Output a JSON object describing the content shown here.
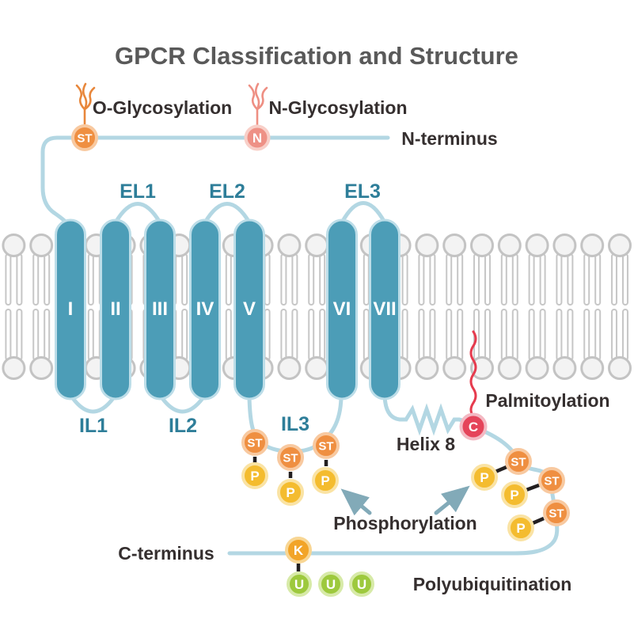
{
  "title": "GPCR Classification and Structure",
  "helices": [
    "I",
    "II",
    "III",
    "IV",
    "V",
    "VI",
    "VII"
  ],
  "loops": {
    "el1": "EL1",
    "el2": "EL2",
    "el3": "EL3",
    "il1": "IL1",
    "il2": "IL2",
    "il3": "IL3"
  },
  "termini": {
    "n_terminus": "N-terminus",
    "c_terminus": "C-terminus"
  },
  "helix8_label": "Helix 8",
  "modifications": {
    "o_glycosylation": "O-Glycosylation",
    "n_glycosylation": "N-Glycosylation",
    "palmitoylation": "Palmitoylation",
    "phosphorylation": "Phosphorylation",
    "polyubiquitination": "Polyubiquitination"
  },
  "badges": {
    "st": "ST",
    "p": "P",
    "c": "C",
    "n": "N",
    "k": "K",
    "u": "U"
  },
  "colors": {
    "helix_fill": "#4c9db7",
    "helix_stroke": "#bcdde8",
    "loop_blue": "#b3d7e3",
    "membrane_gray": "#c6c6c6",
    "st_orange": "#ef8f41",
    "st_ring": "#f8c9a0",
    "p_yellow": "#f4bc2f",
    "p_ring": "#fae3a4",
    "k_orange": "#f2a428",
    "k_ring": "#f8d694",
    "u_green": "#9dc93d",
    "u_ring": "#d7eaa8",
    "c_red": "#e5445a",
    "c_ring": "#f3b9c3",
    "n_salmon": "#ee9186",
    "n_ring": "#f8cfc8",
    "label_teal": "#2e7e99",
    "text_dark": "#352f2f",
    "title_gray": "#595959",
    "arrow_teal": "#82aab8",
    "palmitoyl_red": "#e63b4e",
    "o_tree_orange": "#e8873b",
    "n_tree_salmon": "#ee8f83",
    "link_black": "#231f20"
  }
}
